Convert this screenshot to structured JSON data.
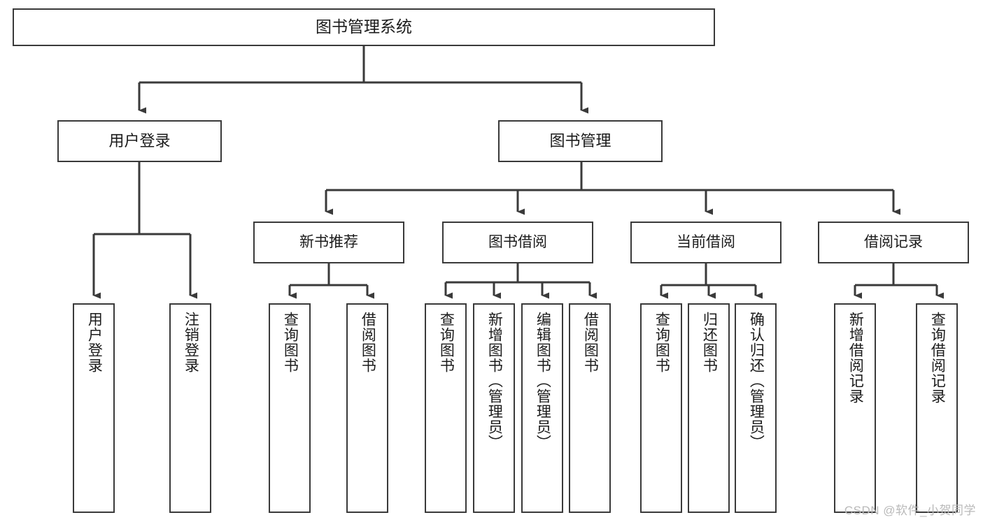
{
  "diagram": {
    "title": "图书管理系统",
    "type": "tree-hierarchy",
    "watermark": "CSDN @软件_小贺同学",
    "colors": {
      "box_border": "#3a3a3a",
      "box_fill": "#ffffff",
      "edge": "#3a3a3a",
      "text": "#1b1b1b",
      "watermark": "#b9b9b9",
      "background": "#ffffff"
    },
    "root": {
      "label": "图书管理系统"
    },
    "level1": [
      {
        "label": "用户登录"
      },
      {
        "label": "图书管理"
      }
    ],
    "level2": [
      {
        "label": "新书推荐"
      },
      {
        "label": "图书借阅"
      },
      {
        "label": "当前借阅"
      },
      {
        "label": "借阅记录"
      }
    ],
    "leaves_user_login": [
      {
        "label": "用户登录"
      },
      {
        "label": "注销登录"
      }
    ],
    "leaves_new_books": [
      {
        "label": "查询图书"
      },
      {
        "label": "借阅图书"
      }
    ],
    "leaves_borrow": [
      {
        "label": "查询图书"
      },
      {
        "label": "新增图书（管理员）"
      },
      {
        "label": "编辑图书（管理员）"
      },
      {
        "label": "借阅图书"
      }
    ],
    "leaves_current": [
      {
        "label": "查询图书"
      },
      {
        "label": "归还图书"
      },
      {
        "label": "确认归还（管理员）"
      }
    ],
    "leaves_records": [
      {
        "label": "新增借阅记录"
      },
      {
        "label": "查询借阅记录"
      }
    ]
  }
}
